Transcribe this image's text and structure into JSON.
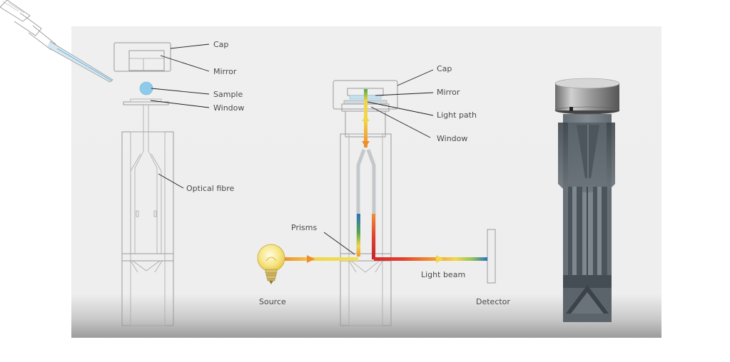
{
  "labels": {
    "left": {
      "cap": "Cap",
      "mirror": "Mirror",
      "sample": "Sample",
      "window": "Window",
      "optical_fibre": "Optical fibre"
    },
    "middle": {
      "cap": "Cap",
      "mirror": "Mirror",
      "light_path": "Light path",
      "window": "Window",
      "prisms": "Prisms",
      "source": "Source",
      "light_beam": "Light beam",
      "detector": "Detector"
    }
  },
  "colors": {
    "panel_background": "#eeeeee",
    "sample_drop": "#8ecbea",
    "outline": "#9a9a9a",
    "leader_line": "#1e1e1e",
    "beam_yellow": "#f2d64a",
    "beam_orange": "#ef8c2c",
    "beam_red": "#e12e2a",
    "beam_blue": "#2b76c4",
    "beam_green": "#57a84c",
    "cuvette_body": "#6f7880",
    "cap_metal": "#b8b8b8"
  },
  "icons": {
    "pipette": "pipette-icon",
    "source": "light-bulb-icon"
  }
}
